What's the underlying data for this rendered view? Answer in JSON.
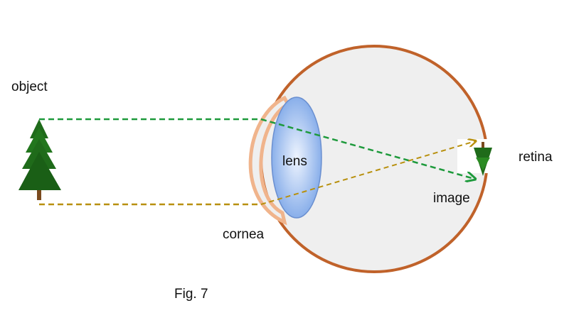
{
  "labels": {
    "object": "object",
    "retina": "retina",
    "image": "image",
    "cornea": "cornea",
    "lens": "lens",
    "figure": "Fig. 7"
  },
  "colors": {
    "eyeball_outline": "#c0622a",
    "eyeball_fill": "#efefef",
    "cornea": "#f0b48c",
    "lens_fill_center": "#eaf2fd",
    "lens_fill_edge": "#7da6e6",
    "lens_outline": "#6a8fd0",
    "upper_ray": "#1e9a3c",
    "lower_ray": "#b8900e",
    "tree": "#1f6b1a",
    "trunk": "#7a4a1e"
  },
  "icons": {
    "object_tree": "tree-icon",
    "image_tree": "inverted-tree-icon"
  }
}
